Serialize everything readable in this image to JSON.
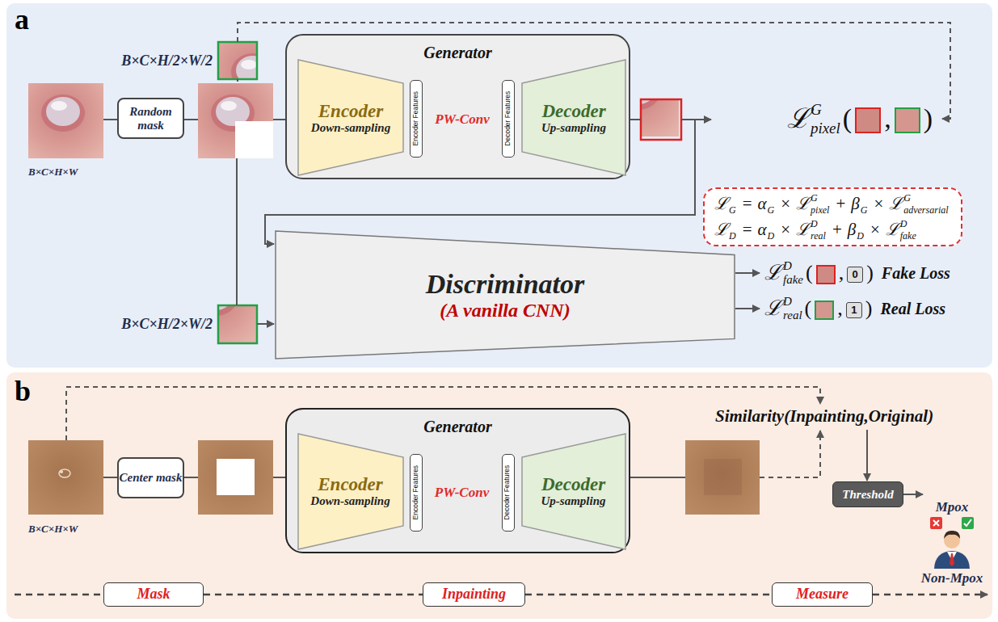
{
  "diagram": {
    "nodes": [
      {
        "text": [
          "Random mask"
        ]
      },
      {
        "text": [
          "Generator"
        ]
      },
      {
        "text": [
          "Encoder",
          "Down-sampling"
        ],
        "in": 1
      },
      {
        "text": [
          "Encoder Features"
        ],
        "in": 1
      },
      {
        "text": [
          "Decoder Features"
        ],
        "in": 1
      },
      {
        "text": [
          "Decoder",
          "Up-sampling"
        ],
        "in": 1
      },
      {
        "text": [
          "ℒ",
          "G",
          "=",
          "α",
          "G",
          "×",
          "ℒ",
          "G",
          "pixel",
          "+",
          "β",
          "G",
          "×",
          "ℒ",
          "G",
          "adversarial",
          "ℒ",
          "D",
          "=",
          "α",
          "D",
          "×",
          "ℒ",
          "D",
          "real",
          "+",
          "β",
          "D",
          "×",
          "ℒ",
          "D",
          "fake"
        ]
      },
      {
        "text": [
          "Discriminator",
          "(A vanilla CNN)"
        ]
      },
      {
        "text": [
          "0"
        ]
      },
      {
        "text": [
          "1"
        ]
      },
      {
        "text": [
          "Center mask"
        ]
      },
      {
        "text": [
          "Generator"
        ]
      },
      {
        "text": [
          "Encoder",
          "Down-sampling"
        ],
        "in": 11
      },
      {
        "text": [
          "Encoder Features"
        ],
        "in": 11
      },
      {
        "text": [
          "Decoder Features"
        ],
        "in": 11
      },
      {
        "text": [
          "Decoder",
          "Up-sampling"
        ],
        "in": 11
      },
      {
        "text": [
          "Threshold"
        ]
      },
      {
        "text": [
          "Mask"
        ]
      },
      {
        "text": [
          "Inpainting"
        ]
      },
      {
        "text": [
          "Measure"
        ]
      }
    ],
    "edges": [
      {
        "from": 3,
        "to": 4,
        "arrow": "none",
        "label": "PW-Conv"
      },
      {
        "from": 13,
        "to": 14,
        "arrow": "none",
        "label": "PW-Conv"
      },
      {
        "from": 17,
        "to": 18,
        "arrow": "none"
      },
      {
        "from": 18,
        "to": 19,
        "arrow": "none"
      }
    ],
    "labels": [
      "a",
      "B×C×H/2×W/2",
      "B×C×H×W",
      "ℒ",
      "G",
      "pixel",
      "(",
      ",",
      ")",
      "B×C×H/2×W/2",
      "ℒ",
      "D",
      "fake",
      "(",
      ",",
      ")",
      "Fake Loss",
      "ℒ",
      "D",
      "real",
      "(",
      ",",
      ")",
      "Real Loss",
      "b",
      "B×C×H×W",
      "Similarity(Inpainting,Original)",
      "Mpox",
      "Non-Mpox"
    ]
  }
}
